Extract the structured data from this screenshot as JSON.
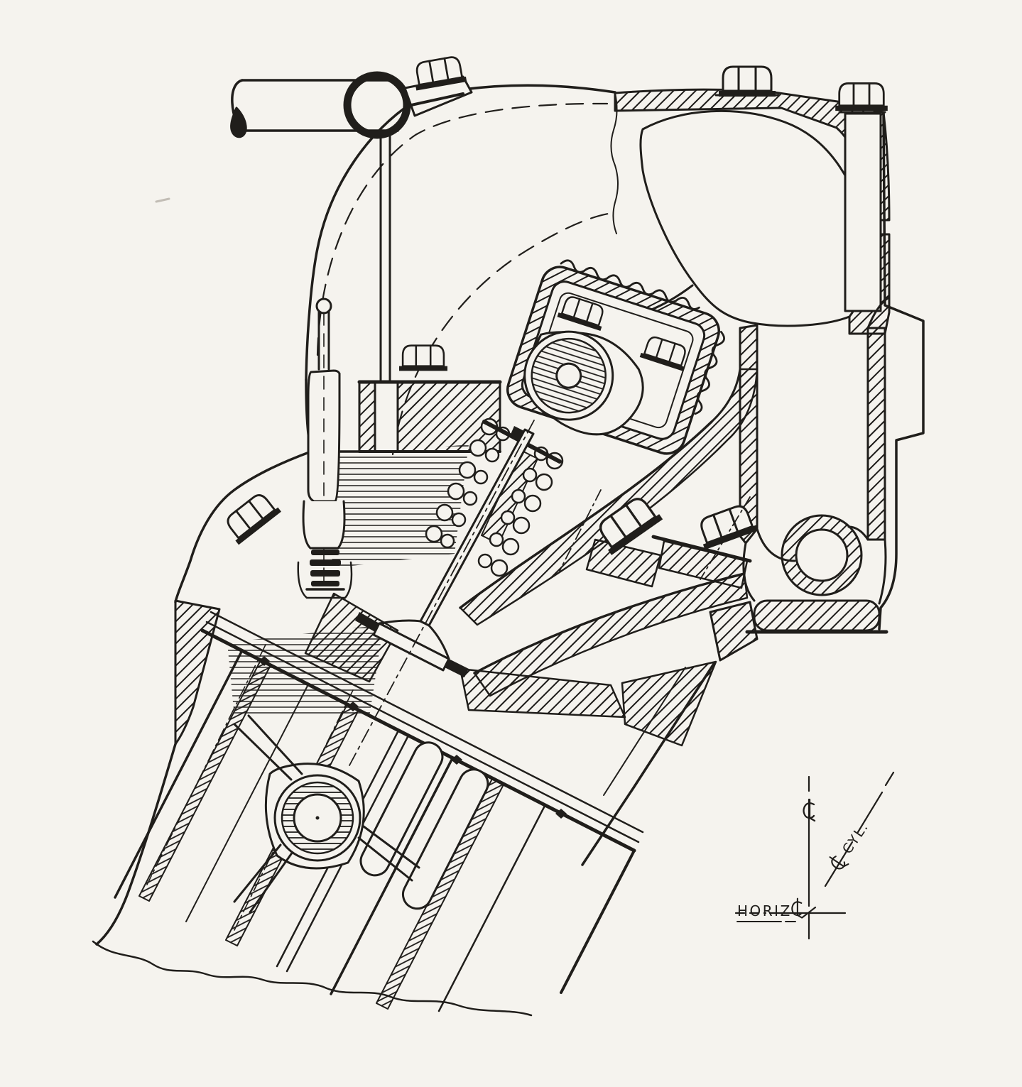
{
  "drawing": {
    "paper_color": "#f5f3ee",
    "ink_color": "#201e1b",
    "kind": "sectional engineering drawing, single inclined engine cylinder top end"
  },
  "annotations": {
    "horiz_label": "HORIZ",
    "cyl_label": "CYL.",
    "centerline_symbol": "℄"
  }
}
